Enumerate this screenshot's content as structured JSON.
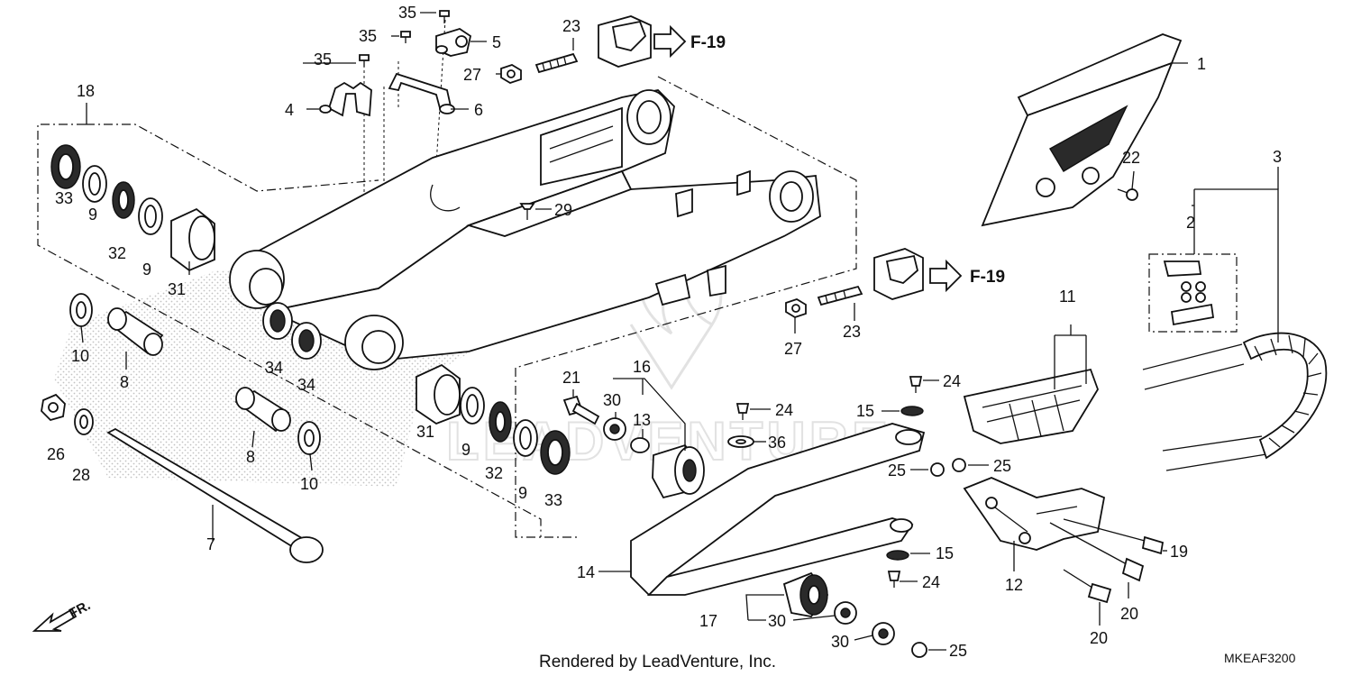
{
  "diagram": {
    "callouts": [
      "1",
      "2",
      "3",
      "4",
      "5",
      "6",
      "7",
      "8",
      "9",
      "10",
      "11",
      "12",
      "13",
      "14",
      "15",
      "16",
      "17",
      "18",
      "19",
      "20",
      "21",
      "22",
      "23",
      "24",
      "25",
      "26",
      "27",
      "28",
      "29",
      "30",
      "31",
      "32",
      "33",
      "34",
      "35",
      "36"
    ],
    "references": [
      "F-19"
    ],
    "footer": "Rendered by LeadVenture, Inc.",
    "diagram_code": "MKEAF3200",
    "direction_label": "FR.",
    "watermark": "LEADVENTURE"
  },
  "icons": [
    "front-direction-arrow-icon",
    "reference-arrow-icon",
    "watermark-logo-icon"
  ],
  "colors": {
    "line": "#111111",
    "background": "#ffffff",
    "watermark": "#e2e2e2"
  }
}
